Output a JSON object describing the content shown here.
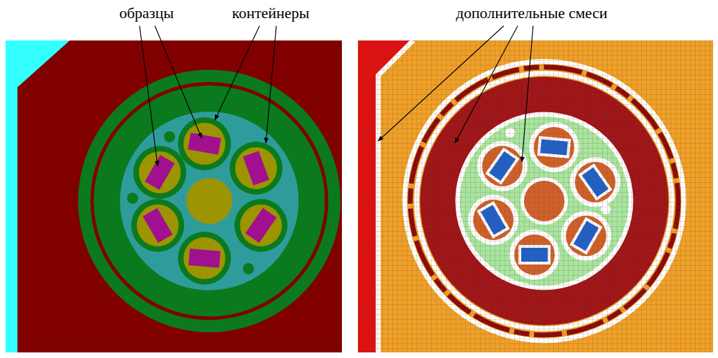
{
  "diagram": {
    "labels": [
      "образцы",
      "контейнеры",
      "дополнительные смеси"
    ]
  }
}
